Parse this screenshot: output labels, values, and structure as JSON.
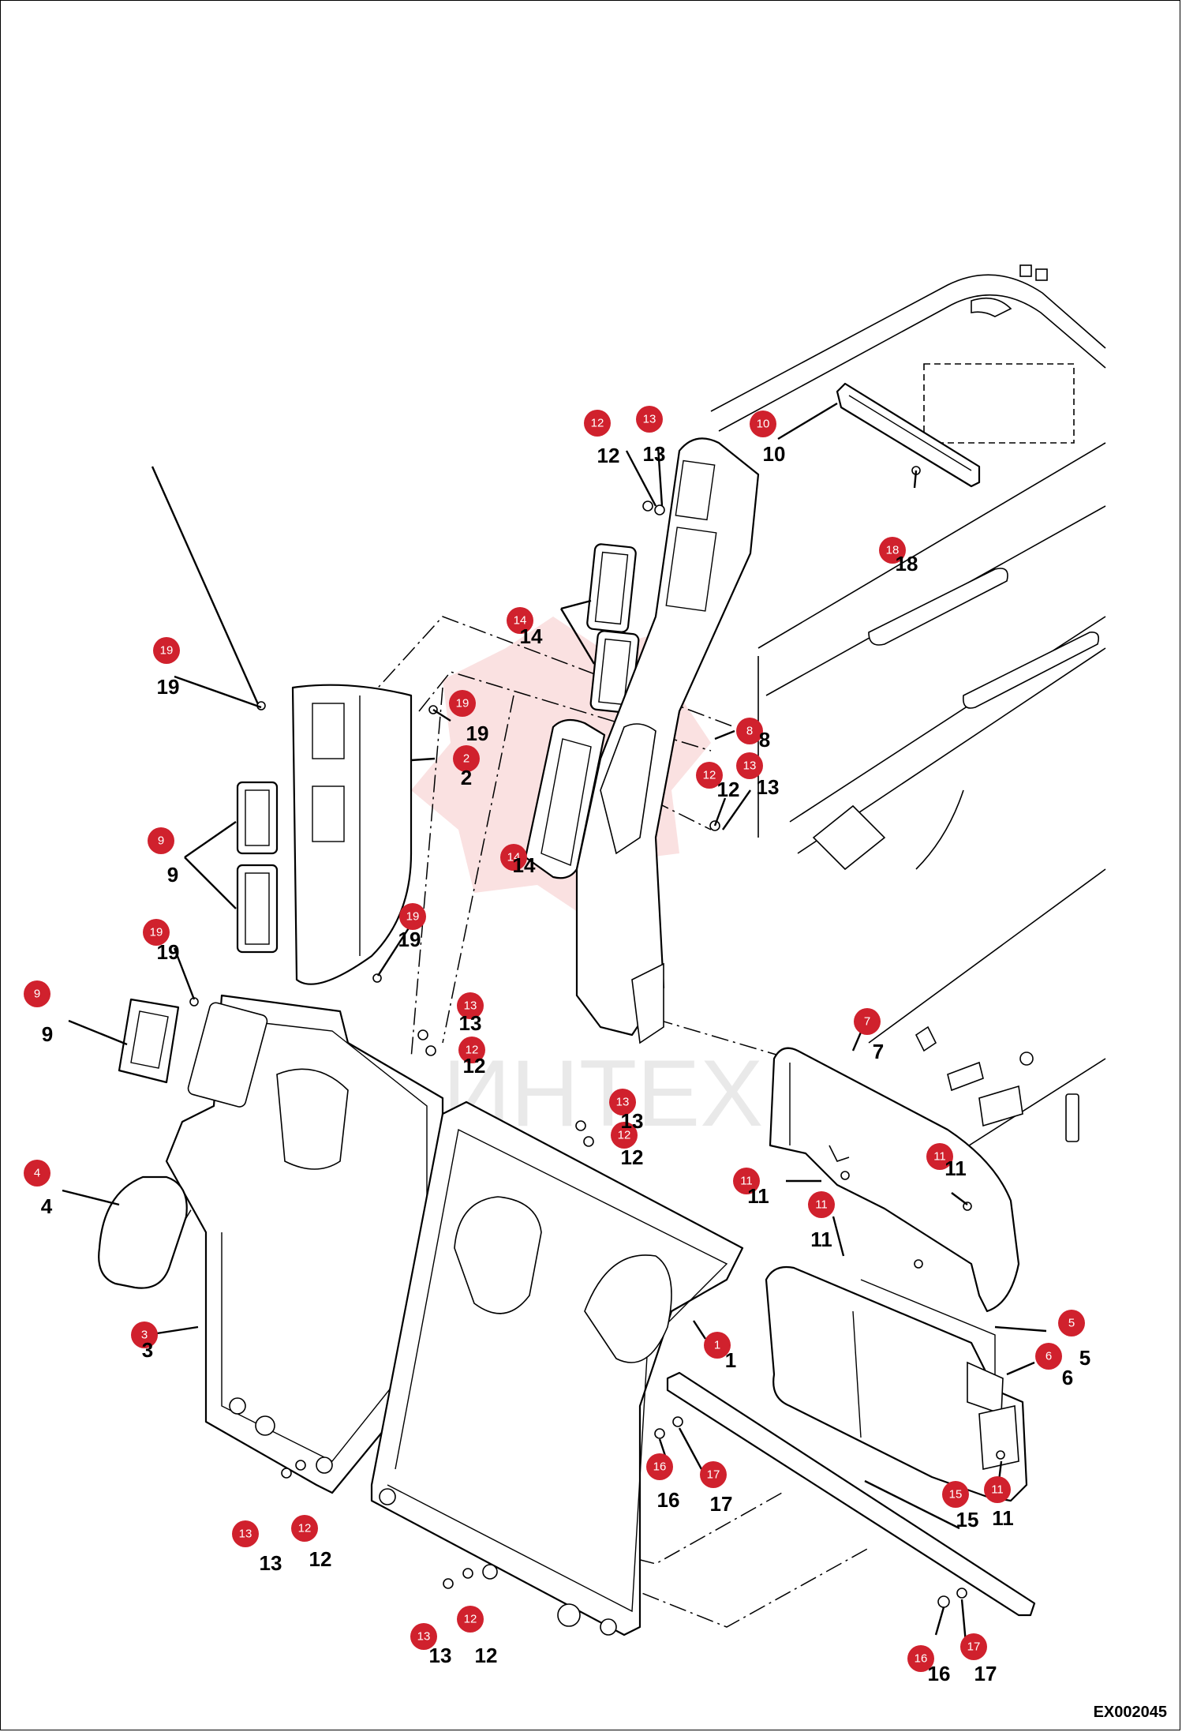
{
  "drawing_id": "EX002045",
  "watermark_text": "ИНТЕХ",
  "colors": {
    "callout_badge": "#d0212d",
    "watermark": "#f6c9c9",
    "line": "#000000"
  },
  "callouts": [
    {
      "label": "1"
    },
    {
      "label": "2"
    },
    {
      "label": "3"
    },
    {
      "label": "4"
    },
    {
      "label": "5"
    },
    {
      "label": "6"
    },
    {
      "label": "7"
    },
    {
      "label": "8"
    },
    {
      "label": "9"
    },
    {
      "label": "9"
    },
    {
      "label": "10"
    },
    {
      "label": "11"
    },
    {
      "label": "11"
    },
    {
      "label": "11"
    },
    {
      "label": "11"
    },
    {
      "label": "12"
    },
    {
      "label": "12"
    },
    {
      "label": "12"
    },
    {
      "label": "12"
    },
    {
      "label": "12"
    },
    {
      "label": "12"
    },
    {
      "label": "13"
    },
    {
      "label": "13"
    },
    {
      "label": "13"
    },
    {
      "label": "13"
    },
    {
      "label": "13"
    },
    {
      "label": "13"
    },
    {
      "label": "14"
    },
    {
      "label": "14"
    },
    {
      "label": "15"
    },
    {
      "label": "16"
    },
    {
      "label": "16"
    },
    {
      "label": "17"
    },
    {
      "label": "17"
    },
    {
      "label": "18"
    },
    {
      "label": "19"
    },
    {
      "label": "19"
    },
    {
      "label": "19"
    },
    {
      "label": "19"
    }
  ]
}
